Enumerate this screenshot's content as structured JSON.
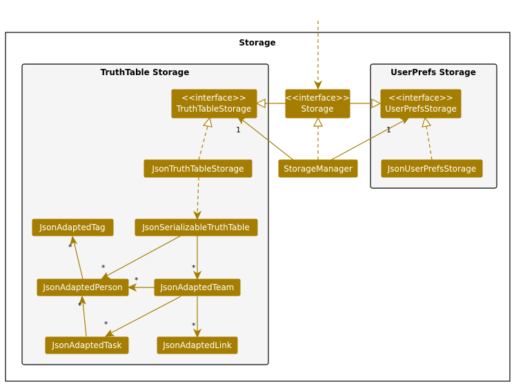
{
  "packages": {
    "outer": {
      "title": "Storage"
    },
    "truthtable": {
      "title": "TruthTable Storage"
    },
    "userprefs": {
      "title": "UserPrefs Storage"
    }
  },
  "classes": {
    "truthTableStorage": {
      "stereotype": "<<interface>>",
      "name": "TruthTableStorage"
    },
    "storage": {
      "stereotype": "<<interface>>",
      "name": "Storage"
    },
    "userPrefsStorage": {
      "stereotype": "<<interface>>",
      "name": "UserPrefsStorage"
    },
    "jsonTruthTableStorage": {
      "name": "JsonTruthTableStorage"
    },
    "storageManager": {
      "name": "StorageManager"
    },
    "jsonUserPrefsStorage": {
      "name": "JsonUserPrefsStorage"
    },
    "jsonSerializableTruthTable": {
      "name": "JsonSerializableTruthTable"
    },
    "jsonAdaptedTag": {
      "name": "JsonAdaptedTag"
    },
    "jsonAdaptedPerson": {
      "name": "JsonAdaptedPerson"
    },
    "jsonAdaptedTeam": {
      "name": "JsonAdaptedTeam"
    },
    "jsonAdaptedTask": {
      "name": "JsonAdaptedTask"
    },
    "jsonAdaptedLink": {
      "name": "JsonAdaptedLink"
    }
  },
  "multiplicities": {
    "managerToTruthTableStorage": "1",
    "managerToUserPrefsStorage": "1",
    "personToTag": "*",
    "serializableToPerson": "*",
    "serializableToTeam": "*",
    "teamToPerson": "*",
    "teamToTask": "*",
    "taskToPerson": "*",
    "teamToLink": "*"
  },
  "colors": {
    "classFill": "#a57d00",
    "packageFill": "#f4f5f4",
    "edge": "#a57d00"
  }
}
